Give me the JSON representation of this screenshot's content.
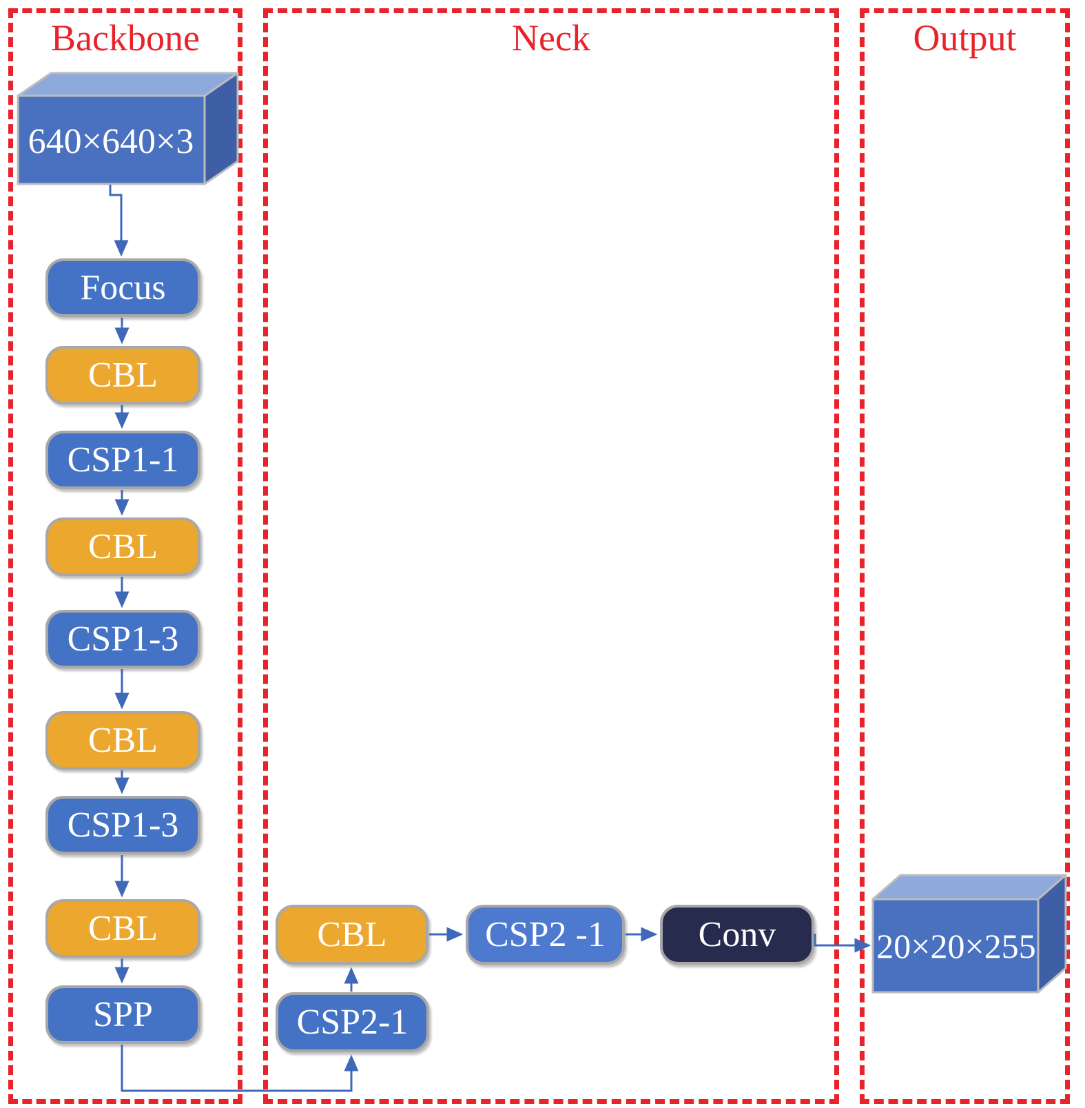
{
  "panels": {
    "backbone": {
      "title": "Backbone"
    },
    "neck": {
      "title": "Neck"
    },
    "output": {
      "title": "Output"
    }
  },
  "backbone": {
    "input_label": "640×640×3",
    "blocks": [
      {
        "label": "Focus",
        "type": "blue"
      },
      {
        "label": "CBL",
        "type": "orange"
      },
      {
        "label": "CSP1-1",
        "type": "blue"
      },
      {
        "label": "CBL",
        "type": "orange"
      },
      {
        "label": "CSP1-3",
        "type": "blue"
      },
      {
        "label": "CBL",
        "type": "orange"
      },
      {
        "label": "CSP1-3",
        "type": "blue"
      },
      {
        "label": "CBL",
        "type": "orange"
      },
      {
        "label": "SPP",
        "type": "blue"
      }
    ]
  },
  "neck": {
    "blocks": [
      {
        "label": "CBL",
        "type": "orange"
      },
      {
        "label": "CSP2 -1",
        "type": "blue"
      },
      {
        "label": "Conv",
        "type": "navy"
      }
    ],
    "lower_block": {
      "label": "CSP2-1",
      "type": "blue"
    }
  },
  "output": {
    "output_label": "20×20×255"
  },
  "colors": {
    "panel_border": "#e8232a",
    "title_text": "#e8232a",
    "block_blue": "#4472c4",
    "block_blue_light": "#4d79ce",
    "block_orange": "#eca72e",
    "block_navy": "#272c4f",
    "block_border": "#a8a8a8",
    "arrow": "#4068b8",
    "tensor_front": "#4a71c0",
    "tensor_top": "#8ea9db",
    "tensor_side": "#3e5ea6",
    "tensor_border": "#bcbcbc",
    "label_text": "#ffffff"
  }
}
